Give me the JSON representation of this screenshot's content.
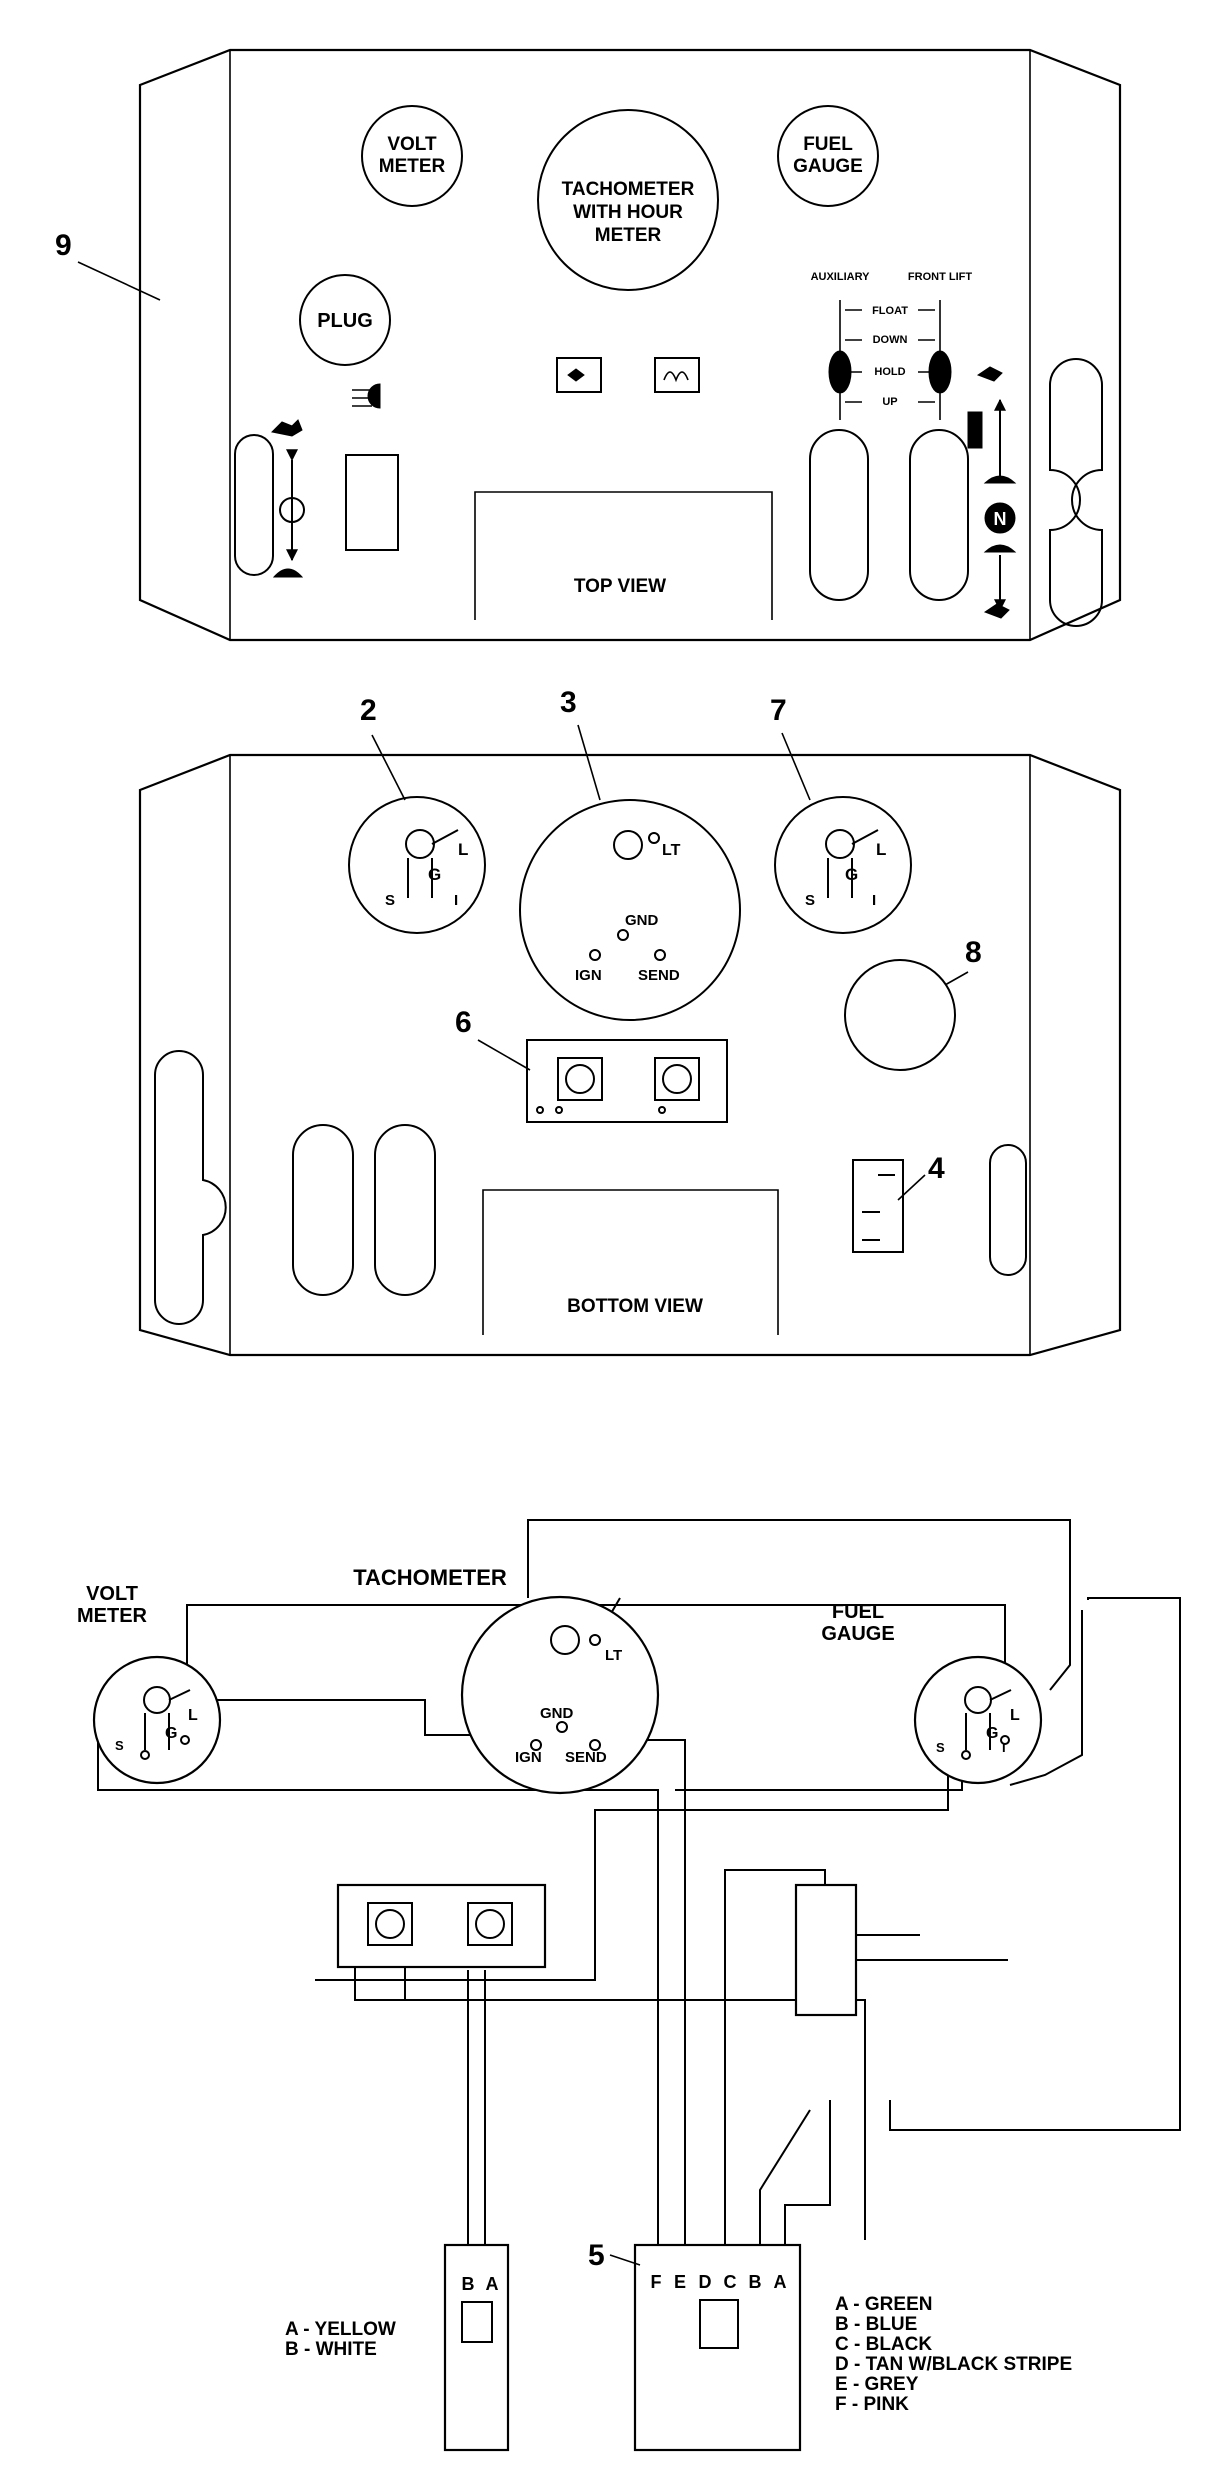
{
  "top_view": {
    "title": "TOP VIEW",
    "callout": "9",
    "gauges": {
      "volt": [
        "VOLT",
        "METER"
      ],
      "tach": [
        "TACHOMETER",
        "WITH HOUR",
        "METER"
      ],
      "fuel": [
        "FUEL",
        "GAUGE"
      ],
      "plug": "PLUG"
    },
    "lift_labels": {
      "auxiliary": "AUXILIARY",
      "front_lift": "FRONT LIFT",
      "float": "FLOAT",
      "down": "DOWN",
      "hold": "HOLD",
      "up": "UP"
    },
    "neutral": "N"
  },
  "bottom_view": {
    "title": "BOTTOM VIEW",
    "callouts": {
      "volt": "2",
      "tach": "3",
      "fuel": "7",
      "hole": "8",
      "switch_block": "6",
      "rocker": "4"
    },
    "terminals": {
      "g": "G",
      "l": "L",
      "s": "S",
      "i": "I",
      "lt": "LT",
      "gnd": "GND",
      "ign": "IGN",
      "send": "SEND"
    }
  },
  "schematic": {
    "volt_label": [
      "VOLT",
      "METER"
    ],
    "tach_label": "TACHOMETER",
    "fuel_label": [
      "FUEL",
      "GAUGE"
    ],
    "connector_callout": "5",
    "small_connector_pins": [
      "B",
      "A"
    ],
    "large_connector_pins": [
      "F",
      "E",
      "D",
      "C",
      "B",
      "A"
    ],
    "small_legend": [
      "A - YELLOW",
      "B - WHITE"
    ],
    "large_legend": [
      "A - GREEN",
      "B - BLUE",
      "C - BLACK",
      "D - TAN W/BLACK STRIPE",
      "E - GREY",
      "F - PINK"
    ]
  }
}
